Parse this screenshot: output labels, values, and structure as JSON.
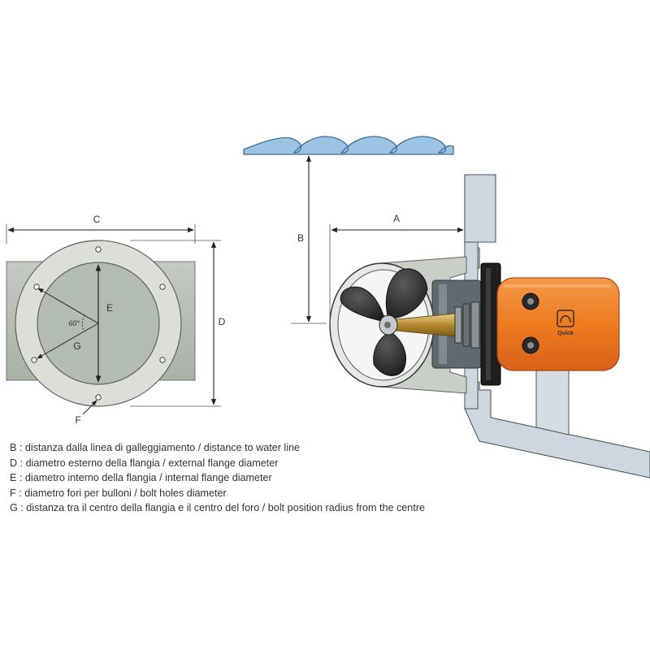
{
  "dimension_labels": {
    "a": "A",
    "b": "B",
    "c": "C",
    "d": "D",
    "e": "E",
    "f": "F",
    "g": "G",
    "angle": "60°"
  },
  "motor_logo_text": "Quick",
  "legend": [
    "B : distanza dalla linea di galleggiamento / distance to water line",
    "D : diametro esterno della flangia / external flange diameter",
    "E : diametro interno della flangia / internal flange diameter",
    "F : diametro fori per bulloni / bolt holes diameter",
    "G : distanza tra il centro della flangia e il centro del foro / bolt position radius from the centre"
  ],
  "colors": {
    "tube_fill": "#b4bcb2",
    "flange_fill": "#dcdfd8",
    "hull_fill": "#ccd7df",
    "motor_orange": "#ef7b22",
    "wave_blue": "#9cc4e2",
    "line_dark": "#333333"
  }
}
